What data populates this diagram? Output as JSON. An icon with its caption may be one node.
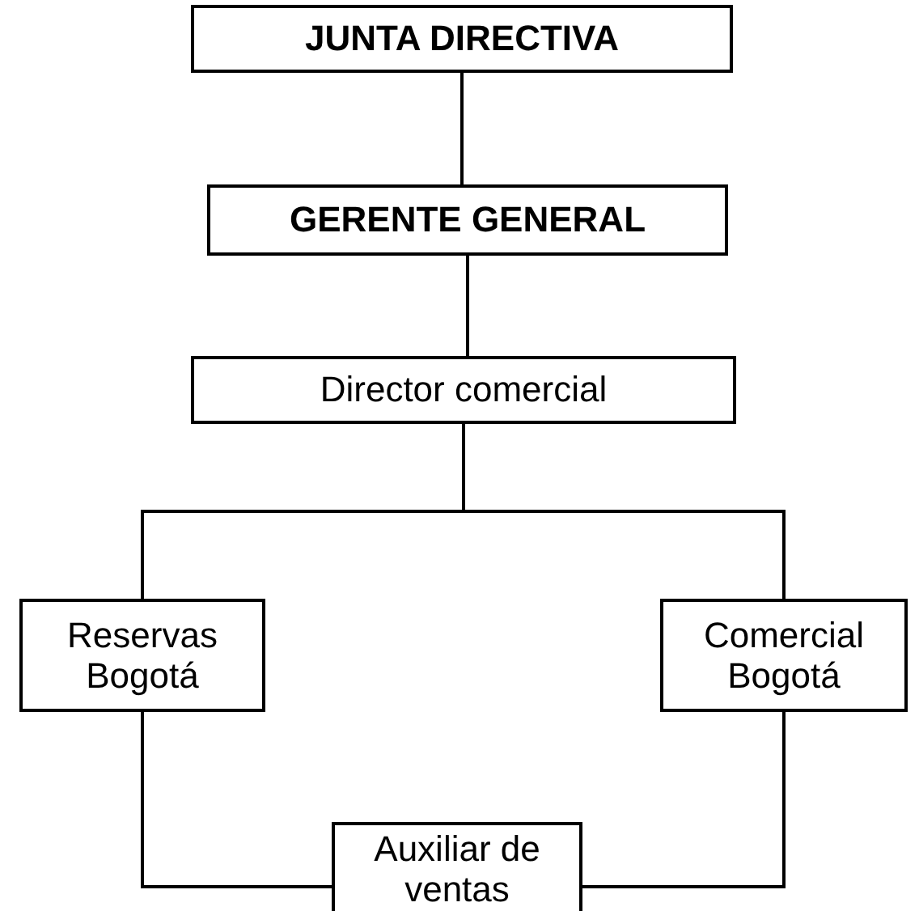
{
  "diagram": {
    "nodes": [
      {
        "text": [
          "JUNTA DIRECTIVA"
        ]
      },
      {
        "text": [
          "GERENTE GENERAL"
        ]
      },
      {
        "text": [
          "Director comercial"
        ]
      },
      {
        "text": [
          "Reservas Bogotá"
        ]
      },
      {
        "text": [
          "Comercial Bogotá"
        ]
      },
      {
        "text": [
          "Auxiliar de ventas"
        ]
      }
    ],
    "edges": [
      {
        "from": 0,
        "to": 1,
        "arrow": "none"
      },
      {
        "from": 1,
        "to": 2,
        "arrow": "none"
      },
      {
        "from": 2,
        "to": 3,
        "arrow": "none"
      },
      {
        "from": 2,
        "to": 4,
        "arrow": "none"
      },
      {
        "from": 3,
        "to": 5,
        "arrow": "none"
      },
      {
        "from": 4,
        "to": 5,
        "arrow": "none"
      }
    ]
  }
}
